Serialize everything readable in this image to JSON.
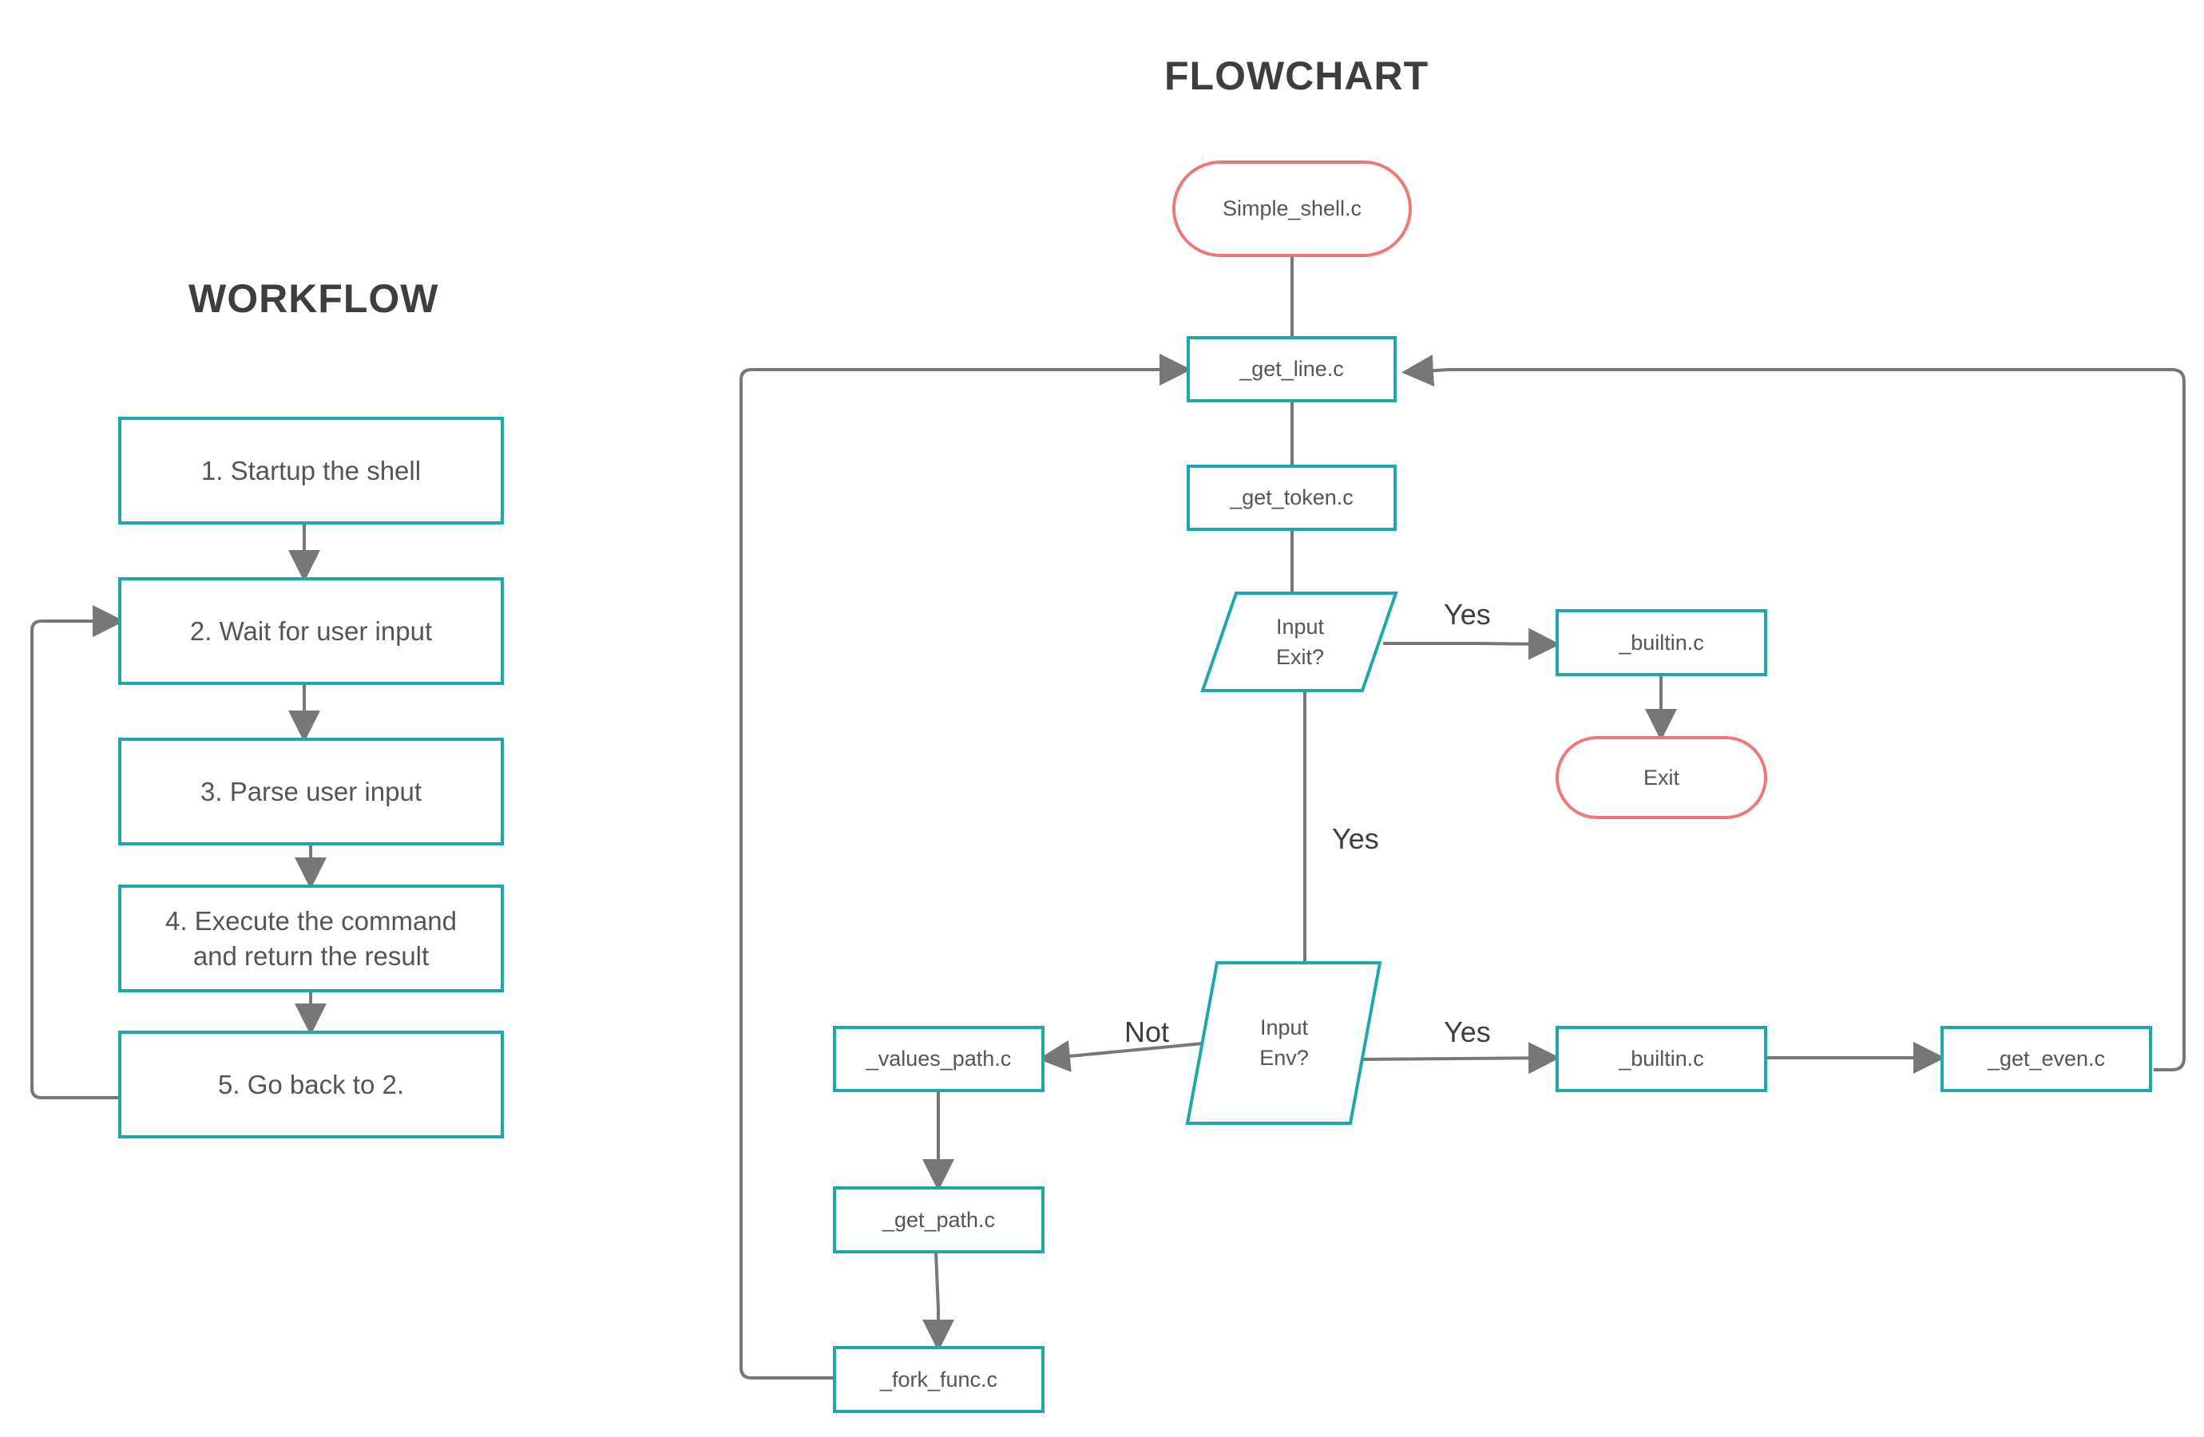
{
  "workflow": {
    "title": "WORKFLOW",
    "steps": [
      "1. Startup the shell",
      "2. Wait for user input",
      "3. Parse user input",
      "4. Execute the command and return the result",
      "5. Go back to 2."
    ]
  },
  "flowchart": {
    "title": "FLOWCHART",
    "nodes": {
      "start": "Simple_shell.c",
      "get_line": "_get_line.c",
      "get_token": "_get_token.c",
      "decision_exit_line1": "Input",
      "decision_exit_line2": "Exit?",
      "builtin_exit": "_builtin.c",
      "exit": "Exit",
      "decision_env_line1": "Input",
      "decision_env_line2": "Env?",
      "builtin_env": "_builtin.c",
      "get_even": "_get_even.c",
      "values_path": "_values_path.c",
      "get_path": "_get_path.c",
      "fork_func": "_fork_func.c"
    },
    "edge_labels": {
      "exit_yes": "Yes",
      "exit_to_env_yes": "Yes",
      "env_yes": "Yes",
      "env_not": "Not"
    }
  },
  "colors": {
    "process_border": "#1ea8a8",
    "terminal_border": "#ee7777",
    "connector": "#777777",
    "text": "#555555",
    "title": "#3e3e3e"
  }
}
